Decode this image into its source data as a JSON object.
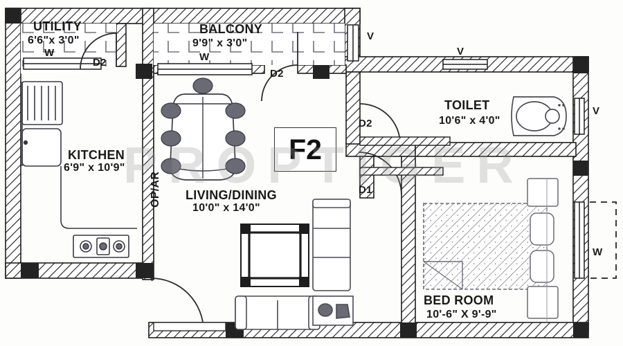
{
  "plan": {
    "unit_code": "F2",
    "watermark": "PROPTIGER",
    "rooms": [
      {
        "key": "utility",
        "name": "UTILITY",
        "dim": "6'6\"x 3'0\"",
        "window": "W"
      },
      {
        "key": "balcony",
        "name": "BALCONY",
        "dim": "9'9\" x 3'0\"",
        "window": "W"
      },
      {
        "key": "kitchen",
        "name": "KITCHEN",
        "dim": "6'9\" x 10'9\""
      },
      {
        "key": "living",
        "name": "LIVING/DINING",
        "dim": "10'0\" x 14'0\""
      },
      {
        "key": "toilet",
        "name": "TOILET",
        "dim": "10'6\" x 4'0\""
      },
      {
        "key": "bedroom",
        "name": "BED ROOM",
        "dim": "10'-6\" X 9'-9\""
      }
    ],
    "doors": [
      {
        "key": "utility-door",
        "label": "D2"
      },
      {
        "key": "balcony-door",
        "label": "D2"
      },
      {
        "key": "toilet-door",
        "label": "D2"
      },
      {
        "key": "bedroom-door",
        "label": "D1"
      }
    ],
    "ventilators": [
      {
        "key": "vent-balcony",
        "label": "V"
      },
      {
        "key": "vent-toilet-top",
        "label": "V"
      },
      {
        "key": "vent-toilet-right",
        "label": "V"
      }
    ],
    "windows": [
      {
        "key": "window-utility",
        "label": "W"
      },
      {
        "key": "window-balcony",
        "label": "W"
      },
      {
        "key": "window-bedroom",
        "label": "W"
      }
    ],
    "passage_label": "OP/AR",
    "colors": {
      "wall": "#1d1d1d",
      "line": "#2b2b2b",
      "furniture": "#4a4a52",
      "tile": "#6f6f78",
      "pier": "#2a2a2a",
      "paper": "#fdfdfb"
    }
  }
}
